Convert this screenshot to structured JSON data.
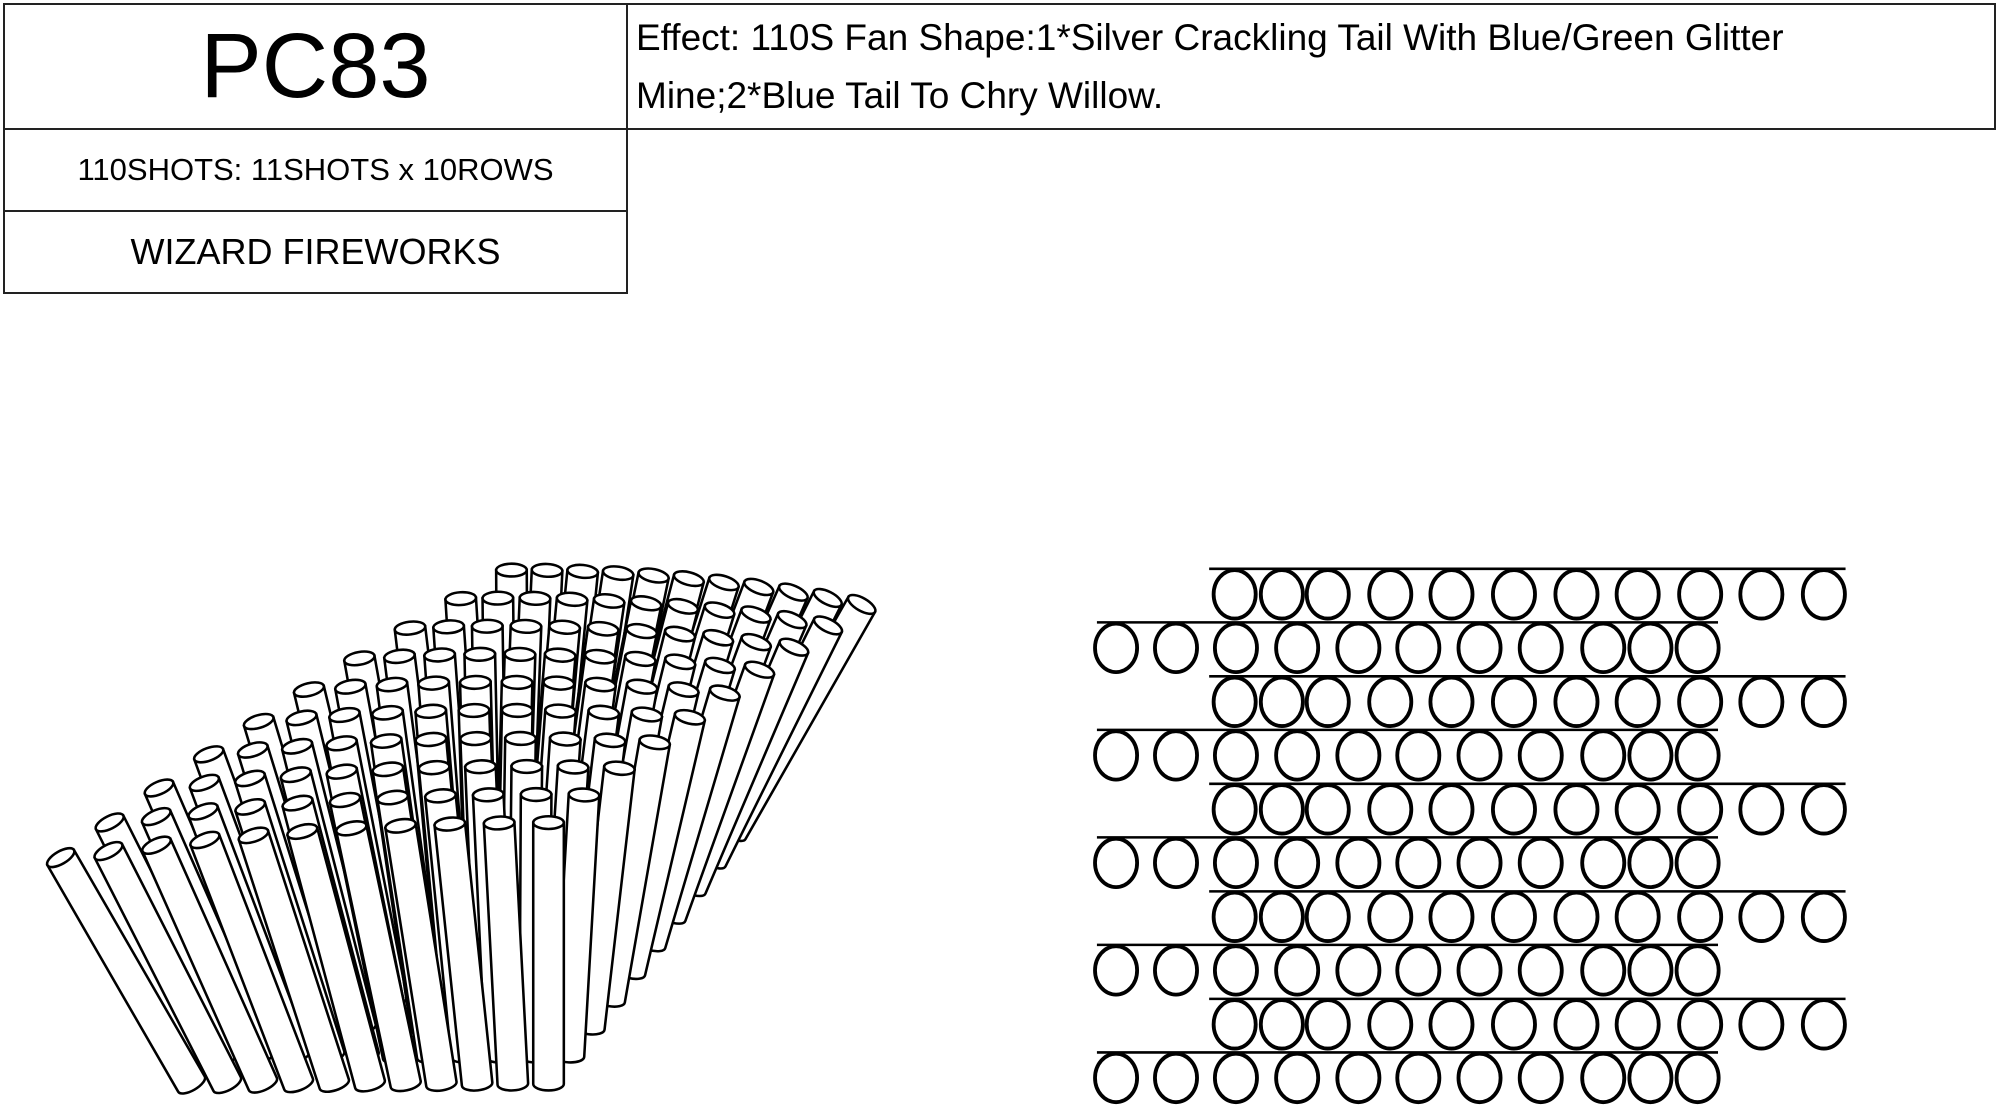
{
  "header": {
    "product_code": "PC83",
    "effect_lines": [
      "Effect: 110S Fan Shape:1*Silver Crackling Tail With Blue/Green Glitter",
      "Mine;2*Blue Tail To Chry Willow."
    ],
    "shots": "110SHOTS: 11SHOTS x 10ROWS",
    "brand": "WIZARD FIREWORKS"
  },
  "layout_diagram": {
    "rows": 10,
    "shots_per_row": 11,
    "stroke_color": "#000000",
    "fill_color": "#ffffff"
  }
}
